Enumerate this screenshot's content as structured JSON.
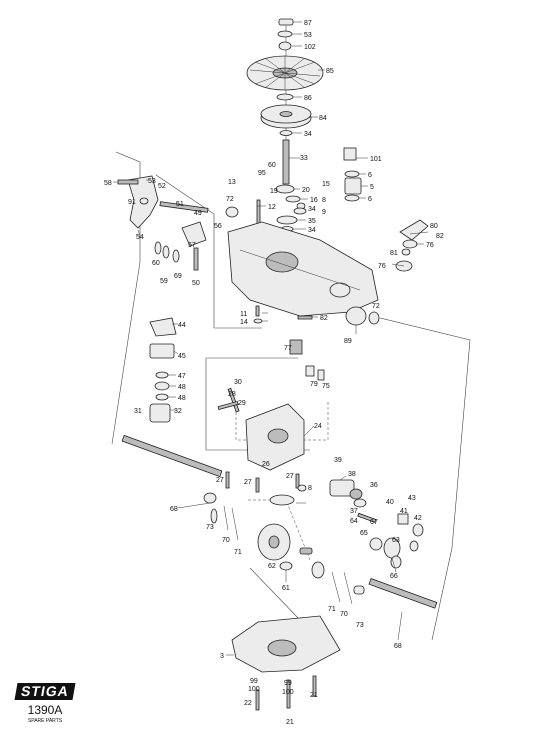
{
  "diagram": {
    "part_numbers": [
      "87",
      "53",
      "102",
      "85",
      "86",
      "84",
      "34",
      "101",
      "33",
      "60",
      "95",
      "13",
      "19",
      "20",
      "15",
      "6",
      "5",
      "6",
      "16",
      "8",
      "58",
      "53",
      "52",
      "72",
      "12",
      "34",
      "9",
      "91",
      "35",
      "51",
      "49",
      "56",
      "34",
      "54",
      "57",
      "80",
      "82",
      "76",
      "81",
      "60",
      "59",
      "69",
      "50",
      "76",
      "11",
      "14",
      "82",
      "72",
      "89",
      "44",
      "45",
      "77",
      "47",
      "79",
      "75",
      "48",
      "48",
      "30",
      "31",
      "32",
      "28",
      "29",
      "24",
      "39",
      "38",
      "27",
      "26",
      "8",
      "27",
      "27",
      "36",
      "68",
      "37",
      "40",
      "41",
      "43",
      "42",
      "73",
      "70",
      "71",
      "64",
      "67",
      "65",
      "62",
      "63",
      "66",
      "61",
      "71",
      "70",
      "73",
      "68",
      "3",
      "99",
      "100",
      "99",
      "100",
      "21",
      "22",
      "21"
    ]
  },
  "logo": {
    "brand": "STIGA",
    "code": "1390A",
    "caption": "SPARE PARTS"
  }
}
